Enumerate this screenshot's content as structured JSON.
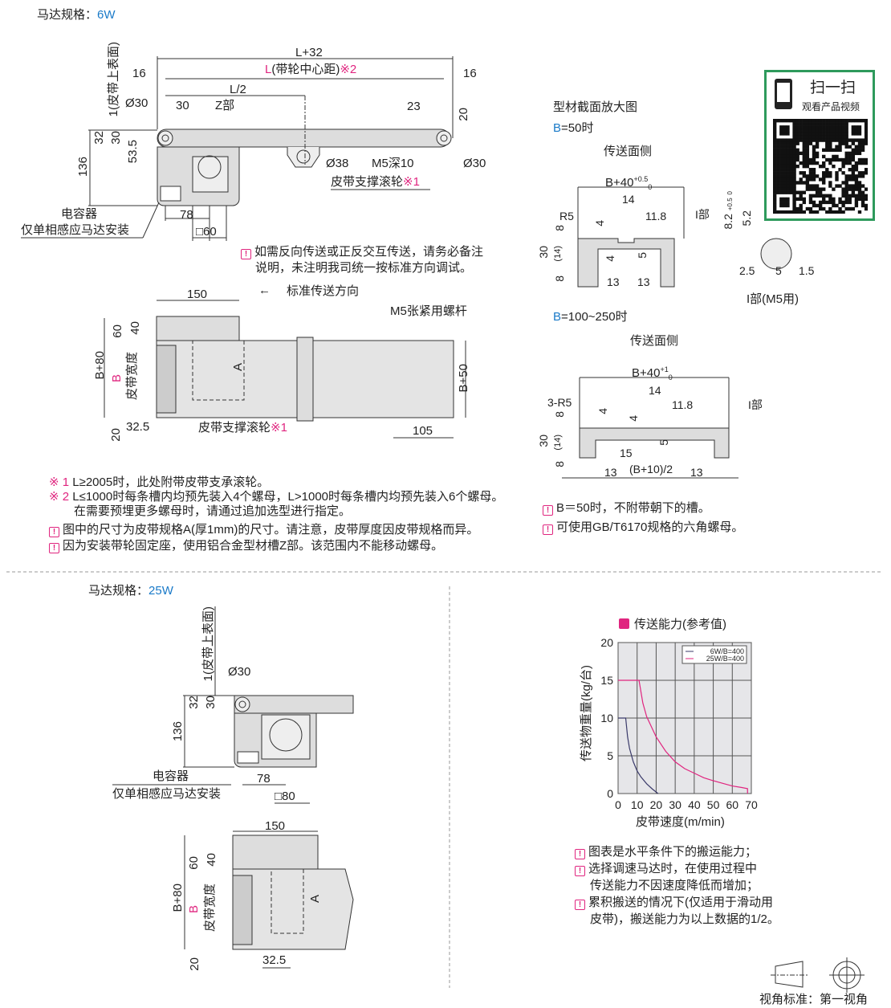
{
  "motor6w": {
    "label": "马达规格：",
    "value": "6W"
  },
  "side6w": {
    "l32": "L+32",
    "l": "L",
    "l_desc": "(带轮中心距)",
    "l_mark": "※2",
    "d16a": "16",
    "d16b": "16",
    "l2": "L/2",
    "d30": "30",
    "zpart": "Z部",
    "phi30a": "Ø30",
    "d23": "23",
    "d20": "20",
    "belt_top": "1(皮带上表面)",
    "d32": "32",
    "d30v": "30",
    "d535": "53.5",
    "d136": "136",
    "phi38": "Ø38",
    "m5": "M5深10",
    "phi30b": "Ø30",
    "roller": "皮带支撑滚轮",
    "roller_mark": "※1",
    "capacitor": "电容器",
    "cap_note": "仅单相感应马达安装",
    "d78": "78",
    "sq60": "□60"
  },
  "reverse_note": {
    "line1": "如需反向传送或正反交互传送，请务必备注",
    "line2": "说明，未注明我司统一按标准方向调试。"
  },
  "direction": {
    "arrow": "←",
    "label": "标准传送方向"
  },
  "top6w": {
    "d150": "150",
    "tension": "M5张紧用螺杆",
    "d60": "60",
    "d40": "40",
    "b80": "B+80",
    "b": "B",
    "belt_width": "皮带宽度",
    "a": "A",
    "b50": "B+50",
    "d20": "20",
    "d325": "32.5",
    "roller": "皮带支撑滚轮",
    "roller_mark": "※1",
    "d105": "105"
  },
  "notes1": [
    {
      "mark": "※ 1",
      "text": "L≥2005时，此处附带皮带支承滚轮。"
    },
    {
      "mark": "※ 2",
      "text": "L≤1000时每条槽内均预先装入4个螺母，L>1000时每条槽内均预先装入6个螺母。",
      "text2": "在需要预埋更多螺母时，请通过追加选型进行指定。"
    },
    {
      "mark": "!",
      "text": "图中的尺寸为皮带规格A(厚1mm)的尺寸。请注意，皮带厚度因皮带规格而异。"
    },
    {
      "mark": "!",
      "text": "因为安装带轮固定座，使用铝合金型材槽Z部。该范围内不能移动螺母。"
    }
  ],
  "section": {
    "title": "型材截面放大图",
    "b50": "B",
    "b50_rest": "=50时",
    "b100": "B",
    "b100_rest": "=100~250时",
    "s1": {
      "face": "传送面侧",
      "b40": "B+40",
      "tol_up": "+0.5",
      "tol_dn": "0",
      "d14": "14",
      "d118": "11.8",
      "r5": "R5",
      "ipart": "I部",
      "d8a": "8",
      "d4a": "4",
      "d30": "30",
      "d14p": "(14)",
      "d4b": "4",
      "d5": "5",
      "d8b": "8",
      "d13a": "13",
      "d13b": "13"
    },
    "detail": {
      "d82": "8.2",
      "tol_up": "+0.5",
      "tol_dn": "0",
      "d52": "5.2",
      "d25": "2.5",
      "d5": "5",
      "d15": "1.5",
      "label": "I部(M5用)"
    },
    "s2": {
      "face": "传送面侧",
      "b40": "B+40",
      "tol_up": "+1",
      "tol_dn": "0",
      "d14": "14",
      "d118": "11.8",
      "r5": "3-R5",
      "ipart": "I部",
      "d8a": "8",
      "d4a": "4",
      "d4b": "4",
      "d30": "30",
      "d14p": "(14)",
      "d15": "15",
      "d5": "5",
      "d8b": "8",
      "d13a": "13",
      "half": "(B+10)/2",
      "d13b": "13"
    },
    "notes": [
      "B＝50时，不附带朝下的槽。",
      "可使用GB/T6170规格的六角螺母。"
    ]
  },
  "qr": {
    "title": "扫一扫",
    "sub": "观看产品视频"
  },
  "motor25w": {
    "label": "马达规格：",
    "value": "25W"
  },
  "side25w": {
    "belt_top": "1(皮带上表面)",
    "phi30": "Ø30",
    "d32": "32",
    "d30": "30",
    "d136": "136",
    "capacitor": "电容器",
    "cap_note": "仅单相感应马达安装",
    "d78": "78",
    "sq80": "□80"
  },
  "top25w": {
    "d150": "150",
    "d60": "60",
    "d40": "40",
    "b80": "B+80",
    "b": "B",
    "belt_width": "皮带宽度",
    "a": "A",
    "d20": "20",
    "d325": "32.5"
  },
  "chart_data": {
    "type": "line",
    "title": "传送能力(参考值)",
    "xlabel": "皮带速度(m/min)",
    "ylabel": "传送物重量(kg/台)",
    "xlim": [
      0,
      70
    ],
    "ylim": [
      0,
      20
    ],
    "xticks": [
      0,
      10,
      20,
      30,
      40,
      50,
      60,
      70
    ],
    "yticks": [
      0,
      5,
      10,
      15,
      20
    ],
    "grid": true,
    "legend": "top-right",
    "series": [
      {
        "name": "6W/B=400",
        "color": "#3a3a6a",
        "x": [
          0,
          4,
          5,
          6,
          8,
          10,
          12,
          15,
          18,
          20,
          21
        ],
        "y": [
          10,
          10,
          7.5,
          6,
          4.2,
          3,
          2.2,
          1.3,
          0.6,
          0.2,
          0
        ]
      },
      {
        "name": "25W/B=400",
        "color": "#e0257f",
        "x": [
          0,
          11,
          13,
          15,
          20,
          25,
          30,
          35,
          40,
          45,
          50,
          55,
          60,
          65,
          68,
          68
        ],
        "y": [
          15,
          15,
          12,
          10.2,
          7.5,
          5.6,
          4.2,
          3.3,
          2.7,
          2.1,
          1.7,
          1.35,
          1.0,
          0.8,
          0.65,
          0
        ]
      }
    ]
  },
  "chart_notes": [
    {
      "text": "图表是水平条件下的搬运能力；"
    },
    {
      "text": "选择调速马达时，在使用过程中",
      "text2": "传送能力不因速度降低而增加；"
    },
    {
      "text": "累积搬送的情况下(仅适用于滑动用",
      "text2": "皮带)，搬送能力为以上数据的1/2。"
    }
  ],
  "view": {
    "label": "视角标准：第一视角"
  }
}
